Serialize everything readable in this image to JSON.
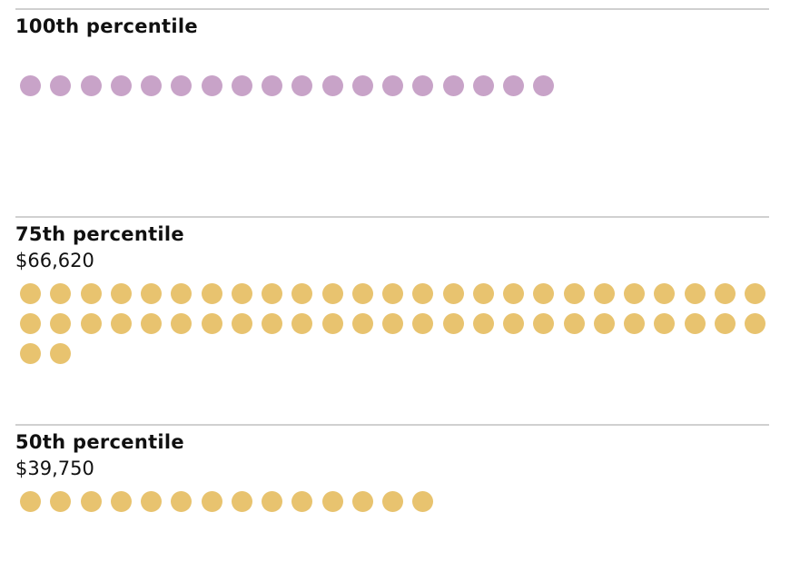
{
  "chart_data": {
    "type": "dot-array",
    "groups": [
      {
        "label": "100th percentile",
        "value_text": "",
        "dots": 18,
        "color": "#c8a3c8"
      },
      {
        "label": "75th percentile",
        "value_text": "$66,620",
        "dots": 52,
        "color": "#e8c36f"
      },
      {
        "label": "50th percentile",
        "value_text": "$39,750",
        "dots": 14,
        "color": "#e8c36f"
      }
    ]
  }
}
